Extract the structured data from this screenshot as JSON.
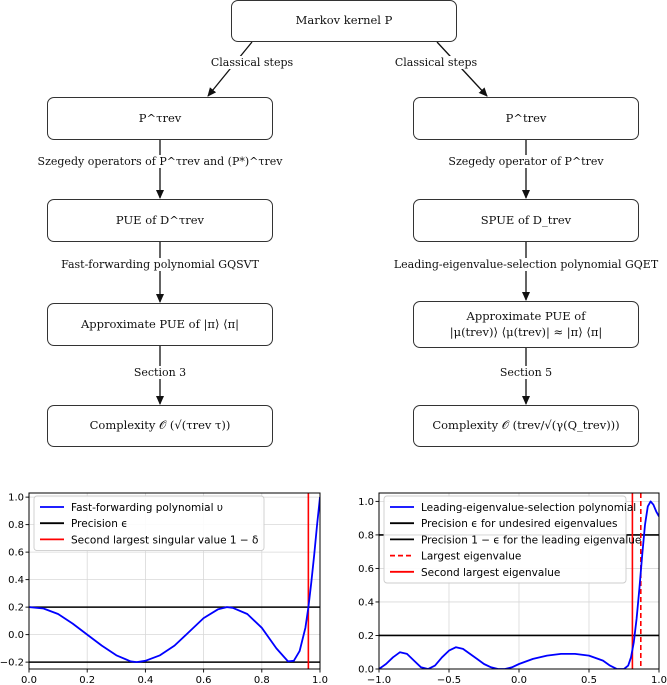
{
  "flowchart": {
    "nodes": {
      "root": "Markov kernel P",
      "l1": "P^τrev",
      "l2": "PUE of D^τrev",
      "l3": "Approximate PUE of |π⟩ ⟨π|",
      "l4": "Complexity 𝒪 (√(τrev τ))",
      "r1": "P^trev",
      "r2": "SPUE of D_trev",
      "r3_line1": "Approximate PUE of",
      "r3_line2": "|μ(trev)⟩ ⟨μ(trev)| ≈ |π⟩ ⟨π|",
      "r4": "Complexity 𝒪 (trev/√(γ(Q_trev)))"
    },
    "edges": {
      "root_l1": "Classical steps",
      "root_r1": "Classical steps",
      "l1_l2": "Szegedy operators of P^τrev and (P*)^τrev",
      "l2_l3": "Fast-forwarding polynomial GQSVT",
      "l3_l4": "Section 3",
      "r1_r2": "Szegedy operator of P^trev",
      "r2_r3": "Leading-eigenvalue-selection polynomial GQET",
      "r3_r4": "Section 5"
    }
  },
  "chart_data": [
    {
      "type": "line",
      "xlim": [
        0,
        1
      ],
      "ylim": [
        -0.25,
        1.03
      ],
      "xticks": [
        "0.0",
        "0.2",
        "0.4",
        "0.6",
        "0.8",
        "1.0"
      ],
      "xtick_values": [
        0,
        0.2,
        0.4,
        0.6,
        0.8,
        1.0
      ],
      "yticks": [
        "−0.2",
        "0.0",
        "0.2",
        "0.4",
        "0.6",
        "0.8",
        "1.0"
      ],
      "ytick_values": [
        -0.2,
        0,
        0.2,
        0.4,
        0.6,
        0.8,
        1.0
      ],
      "grid": true,
      "legend": "top-left",
      "series": [
        {
          "name": "Fast-forwarding polynomial υ",
          "kind": "curve",
          "color": "#0000ff",
          "x": [
            0.0,
            0.05,
            0.1,
            0.15,
            0.2,
            0.25,
            0.3,
            0.35,
            0.37,
            0.4,
            0.45,
            0.5,
            0.55,
            0.6,
            0.65,
            0.68,
            0.7,
            0.75,
            0.8,
            0.85,
            0.89,
            0.91,
            0.93,
            0.95,
            0.96,
            0.97,
            0.98,
            0.99,
            1.0
          ],
          "y": [
            0.2,
            0.19,
            0.15,
            0.08,
            0.0,
            -0.08,
            -0.15,
            -0.195,
            -0.2,
            -0.19,
            -0.15,
            -0.08,
            0.02,
            0.12,
            0.185,
            0.2,
            0.195,
            0.15,
            0.05,
            -0.1,
            -0.195,
            -0.19,
            -0.12,
            0.05,
            0.2,
            0.38,
            0.58,
            0.8,
            1.0
          ]
        },
        {
          "name": "Precision ϵ",
          "kind": "hline",
          "color": "#000000",
          "y_values": [
            0.2,
            -0.2
          ]
        },
        {
          "name": "Second largest singular value 1 − δ",
          "kind": "vline",
          "color": "#ff0000",
          "x_value": 0.96
        }
      ]
    },
    {
      "type": "line",
      "xlim": [
        -1,
        1
      ],
      "ylim": [
        0,
        1.05
      ],
      "xticks": [
        "−1.0",
        "−0.5",
        "0.0",
        "0.5",
        "1.0"
      ],
      "xtick_values": [
        -1,
        -0.5,
        0,
        0.5,
        1.0
      ],
      "yticks": [
        "0.0",
        "0.2",
        "0.4",
        "0.6",
        "0.8",
        "1.0"
      ],
      "ytick_values": [
        0,
        0.2,
        0.4,
        0.6,
        0.8,
        1.0
      ],
      "grid": true,
      "legend": "top-left",
      "series": [
        {
          "name": "Leading-eigenvalue-selection polynomial",
          "kind": "curve",
          "color": "#0000ff",
          "x": [
            -1.0,
            -0.95,
            -0.9,
            -0.85,
            -0.8,
            -0.75,
            -0.7,
            -0.65,
            -0.6,
            -0.55,
            -0.5,
            -0.45,
            -0.4,
            -0.35,
            -0.3,
            -0.25,
            -0.2,
            -0.15,
            -0.1,
            -0.05,
            0.0,
            0.1,
            0.2,
            0.3,
            0.4,
            0.5,
            0.6,
            0.65,
            0.7,
            0.75,
            0.78,
            0.8,
            0.82,
            0.84,
            0.86,
            0.88,
            0.9,
            0.92,
            0.94,
            0.96,
            0.98,
            1.0
          ],
          "y": [
            0.0,
            0.03,
            0.07,
            0.1,
            0.09,
            0.05,
            0.01,
            0.0,
            0.02,
            0.07,
            0.11,
            0.13,
            0.12,
            0.09,
            0.06,
            0.03,
            0.01,
            0.0,
            0.0,
            0.01,
            0.03,
            0.06,
            0.08,
            0.09,
            0.09,
            0.08,
            0.05,
            0.02,
            0.0,
            0.0,
            0.02,
            0.07,
            0.16,
            0.3,
            0.48,
            0.68,
            0.86,
            0.97,
            1.0,
            0.98,
            0.94,
            0.91
          ]
        },
        {
          "name": "Precision ϵ for undesired eigenvalues",
          "kind": "hline",
          "color": "#000000",
          "y_values": [
            0.2
          ]
        },
        {
          "name": "Precision 1 − ϵ for the leading eigenvalue",
          "kind": "hline",
          "color": "#000000",
          "y_values": [
            0.8
          ]
        },
        {
          "name": "Largest eigenvalue",
          "kind": "vline-dashed",
          "color": "#ff0000",
          "x_value": 0.87
        },
        {
          "name": "Second largest eigenvalue",
          "kind": "vline",
          "color": "#ff0000",
          "x_value": 0.81
        }
      ]
    }
  ]
}
